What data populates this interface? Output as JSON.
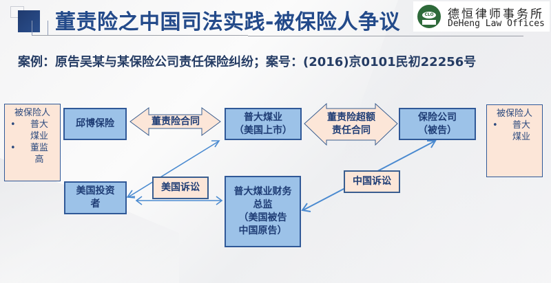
{
  "header": {
    "title": "董责险之中国司法实践-被保险人争议",
    "logo": {
      "emblem_text": "CLO",
      "name_cn": "德恒律师事务所",
      "name_en": "DeHeng Law Offices"
    }
  },
  "case_line": "案例：原告吴某与某保险公司责任保险纠纷；案号：(2016)京0101民初22256号",
  "diagram": {
    "left_insured": {
      "heading": "被保险人",
      "bullets": [
        "普大煤业",
        "董监高"
      ],
      "bullet_lines": [
        [
          "普大",
          "煤业"
        ],
        [
          "董监",
          "高"
        ]
      ]
    },
    "right_insured": {
      "heading": "被保险人",
      "bullets": [
        "普大煤业"
      ],
      "bullet_lines": [
        [
          "普大",
          "煤业"
        ]
      ]
    },
    "nodes": {
      "qiubo": "邱博保险",
      "puda_line1": "普大煤业",
      "puda_line2": "（美国上市）",
      "insurer_line1": "保险公司",
      "insurer_line2": "（被告）",
      "us_investor_line1": "美国投资",
      "us_investor_line2": "者",
      "cfo_line1": "普大煤业财务",
      "cfo_line2": "总监",
      "cfo_line3": "（美国被告",
      "cfo_line4": "中国原告）"
    },
    "edges": {
      "do_contract": "董责险合同",
      "excess_line1": "董责险超额",
      "excess_line2": "责任合同",
      "us_litigation": "美国诉讼",
      "cn_litigation": "中国诉讼"
    },
    "bullet_symbol": "•"
  },
  "colors": {
    "title": "#234a8a",
    "box_blue": "#9cc2e8",
    "box_peach": "#fce6d8",
    "border": "#2f5897",
    "arrow_line": "#4a8ad0"
  }
}
